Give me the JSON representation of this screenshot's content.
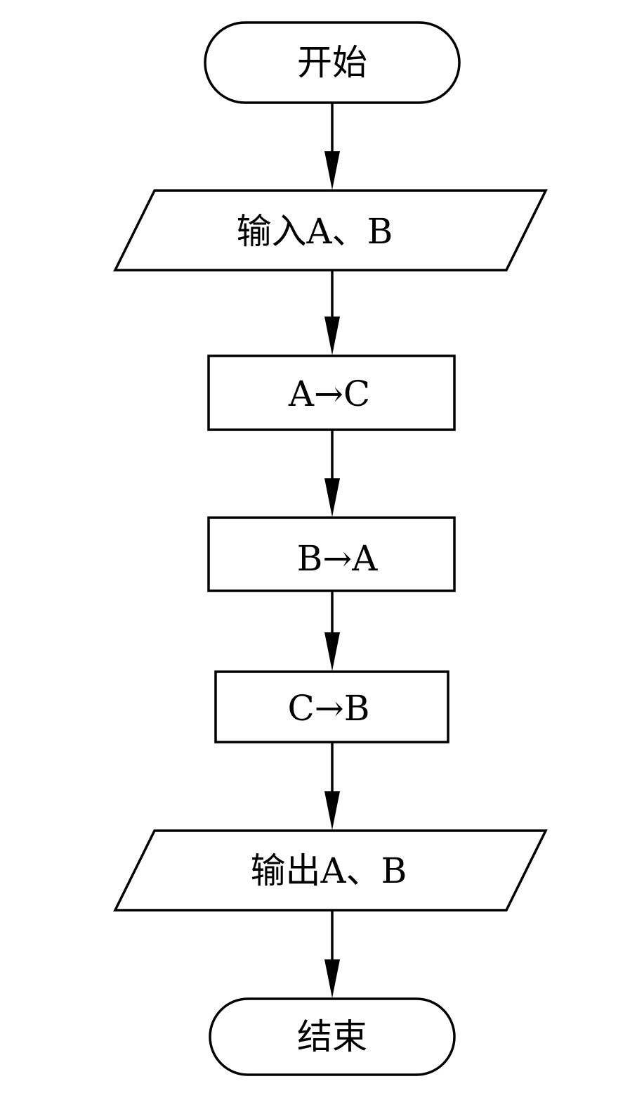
{
  "flowchart": {
    "start": {
      "label": "开始"
    },
    "input": {
      "label": "输入A、B"
    },
    "step1": {
      "label": "A→C"
    },
    "step2": {
      "label": "B→A"
    },
    "step3": {
      "label": "C→B"
    },
    "output": {
      "label": "输出A、B"
    },
    "end": {
      "label": "结束"
    }
  },
  "colors": {
    "stroke": "#000000",
    "fill": "#ffffff"
  }
}
